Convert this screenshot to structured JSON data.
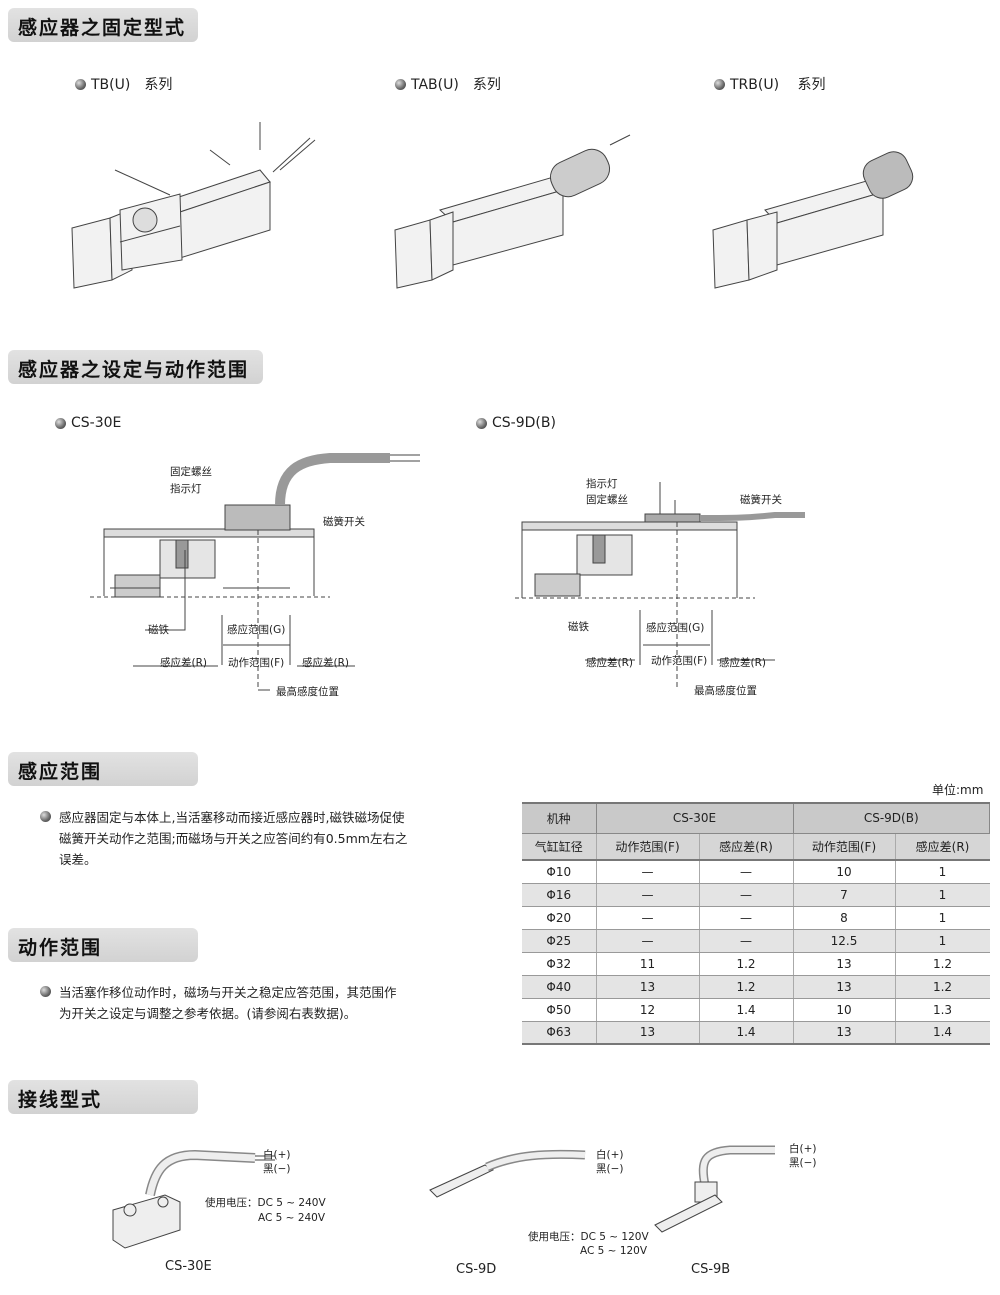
{
  "sections": {
    "mounting": "感应器之固定型式",
    "setting": "感应器之设定与动作范围",
    "sensing": "感应范围",
    "operating": "动作范围",
    "wiring": "接线型式"
  },
  "series": [
    "TB(U)　系列",
    "TAB(U)　系列",
    "TRB(U)　 系列"
  ],
  "diagrams": {
    "left": {
      "title": "CS-30E",
      "screw": "固定螺丝",
      "led": "指示灯",
      "reed": "磁簧开关",
      "magnet": "磁铁",
      "range_g": "感应范围(G)",
      "diff_l": "感应差(R)",
      "range_f": "动作范围(F)",
      "diff_r": "感应差(R)",
      "best": "最高感度位置"
    },
    "right": {
      "title": "CS-9D(B)",
      "led": "指示灯",
      "screw": "固定螺丝",
      "reed": "磁簧开关",
      "magnet": "磁铁",
      "range_g": "感应范围(G)",
      "diff_l": "感应差(R)",
      "range_f": "动作范围(F)",
      "diff_r": "感应差(R)",
      "best": "最高感度位置"
    }
  },
  "sensing_text": [
    "感应器固定与本体上,当活塞移动而接近感应器时,磁铁磁场促使",
    "磁簧开关动作之范围;而磁场与开关之应答间约有0.5mm左右之",
    "误差。"
  ],
  "operating_text": [
    "当活塞作移位动作时，磁场与开关之稳定应答范围，其范围作",
    "为开关之设定与调整之参考依据。(请参阅右表数据)。"
  ],
  "table": {
    "unit": "单位:mm",
    "h_model": "机种",
    "h_bore": "气缸缸径",
    "groups": [
      "CS-30E",
      "CS-9D(B)"
    ],
    "sub": [
      "动作范围(F)",
      "感应差(R)",
      "动作范围(F)",
      "感应差(R)"
    ],
    "rows": [
      [
        "Φ10",
        "—",
        "—",
        "10",
        "1"
      ],
      [
        "Φ16",
        "—",
        "—",
        "7",
        "1"
      ],
      [
        "Φ20",
        "—",
        "—",
        "8",
        "1"
      ],
      [
        "Φ25",
        "—",
        "—",
        "12.5",
        "1"
      ],
      [
        "Φ32",
        "11",
        "1.2",
        "13",
        "1.2"
      ],
      [
        "Φ40",
        "13",
        "1.2",
        "13",
        "1.2"
      ],
      [
        "Φ50",
        "12",
        "1.4",
        "10",
        "1.3"
      ],
      [
        "Φ63",
        "13",
        "1.4",
        "13",
        "1.4"
      ]
    ]
  },
  "wiring": {
    "white": "白(+)",
    "black": "黑(−)",
    "v_label": "使用电压：",
    "cs30e": {
      "name": "CS-30E",
      "dc": "DC 5 ~ 240V",
      "ac": "AC 5 ~ 240V"
    },
    "cs9d": {
      "name": "CS-9D",
      "dc": "DC 5 ~ 120V",
      "ac": "AC 5 ~ 120V"
    },
    "cs9b": {
      "name": "CS-9B"
    }
  }
}
